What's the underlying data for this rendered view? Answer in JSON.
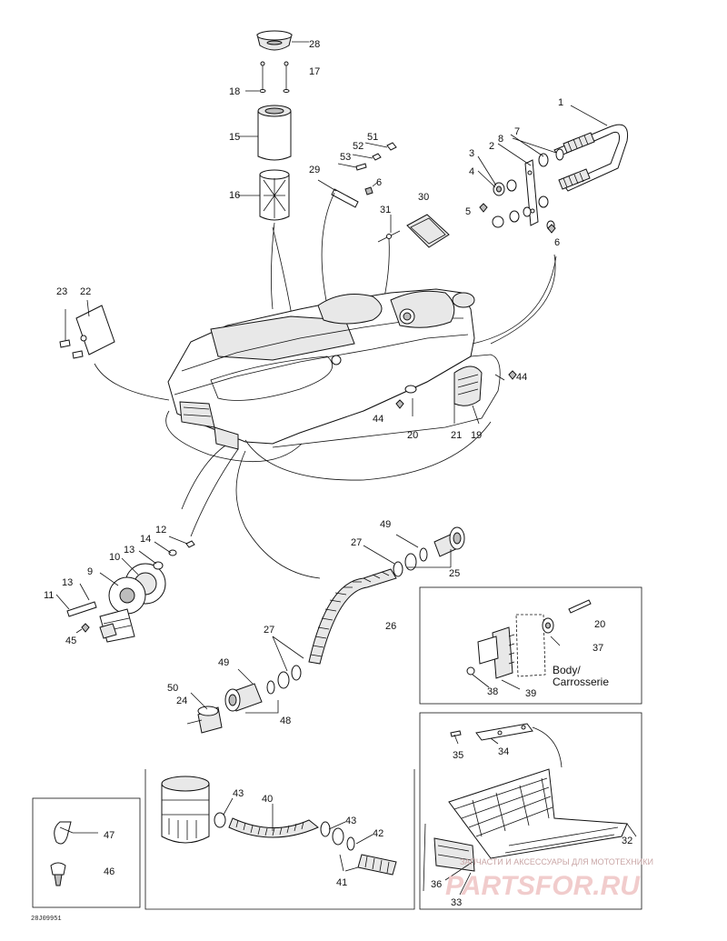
{
  "diagram_code": "28J09951",
  "body_label": {
    "line1": "Body/",
    "line2": "Carrosserie"
  },
  "watermark": {
    "text_small": "ЗАПЧАСТИ И АКСЕССУАРЫ ДЛЯ МОТОТЕХНИКИ",
    "text_large": "PARTSFOR.RU"
  },
  "callouts": [
    "1",
    "2",
    "3",
    "4",
    "5",
    "6",
    "6",
    "7",
    "8",
    "11",
    "12",
    "13",
    "13",
    "14",
    "15",
    "16",
    "17",
    "18",
    "19",
    "20",
    "20",
    "21",
    "22",
    "23",
    "24",
    "25",
    "26",
    "27",
    "27",
    "28",
    "29",
    "30",
    "31",
    "32",
    "33",
    "34",
    "35",
    "36",
    "37",
    "38",
    "39",
    "40",
    "41",
    "42",
    "43",
    "43",
    "44",
    "44",
    "45",
    "46",
    "47",
    "48",
    "49",
    "49",
    "50",
    "51",
    "52",
    "53",
    "9",
    "10"
  ]
}
